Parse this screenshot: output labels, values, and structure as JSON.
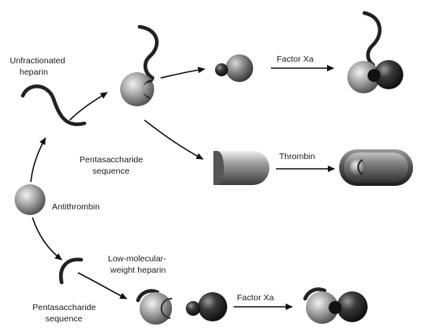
{
  "labels": {
    "unfractionated_line1": "Unfractionated",
    "unfractionated_line2": "heparin",
    "pentasaccharide_top_line1": "Pentasaccharide",
    "pentasaccharide_top_line2": "sequence",
    "antithrombin": "Antithrombin",
    "factor_xa_top": "Factor Xa",
    "thrombin": "Thrombin",
    "lmwh_line1": "Low-molecular-",
    "lmwh_line2": "weight heparin",
    "pentasaccharide_bottom_line1": "Pentasaccharide",
    "pentasaccharide_bottom_line2": "sequence",
    "factor_xa_bottom": "Factor Xa"
  }
}
